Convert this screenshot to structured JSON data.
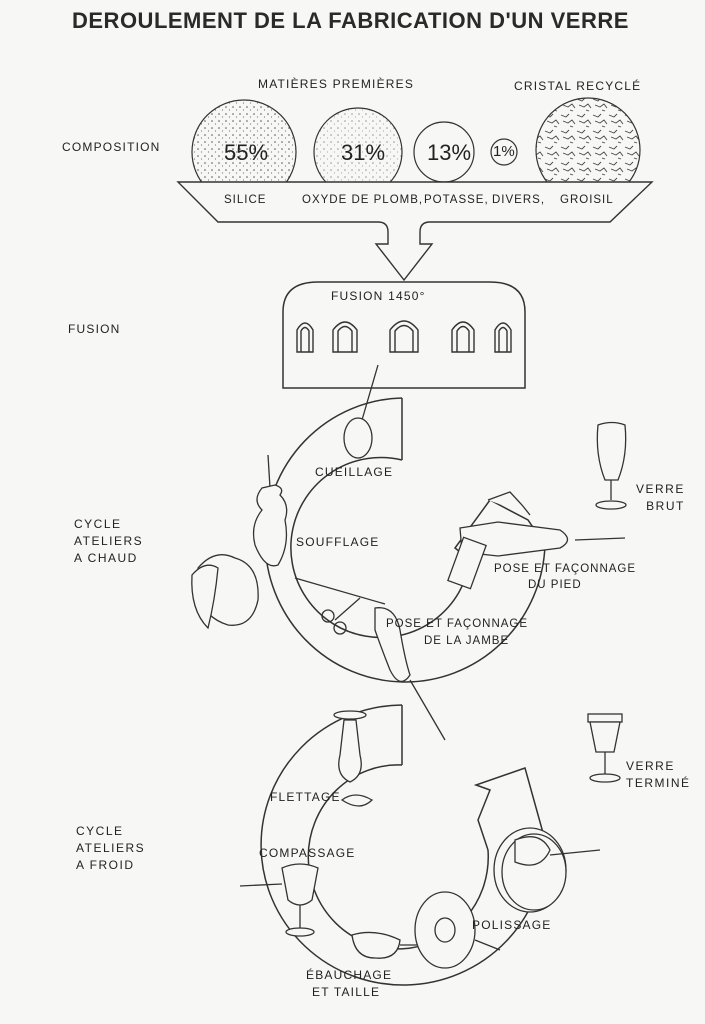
{
  "title": "DEROULEMENT DE LA FABRICATION D'UN VERRE",
  "composition": {
    "header_raw": "MATIÈRES PREMIÈRES",
    "header_recycled": "CRISTAL RECYCLÉ",
    "section_label": "COMPOSITION",
    "percentages": [
      "55%",
      "31%",
      "13%",
      "1%"
    ],
    "ingredients": [
      "SILICE",
      "OXYDE DE PLOMB,",
      "POTASSE,",
      "DIVERS,",
      "GROISIL"
    ]
  },
  "fusion": {
    "section_label": "FUSION",
    "furnace_label": "FUSION 1450°"
  },
  "hot_cycle": {
    "section_label": [
      "CYCLE",
      "ATELIERS",
      "A CHAUD"
    ],
    "steps": [
      "CUEILLAGE",
      "SOUFFLAGE",
      "POSE ET FAÇONNAGE",
      "DU PIED",
      "POSE ET FAÇONNAGE",
      "DE LA JAMBE"
    ],
    "result": [
      "VERRE",
      "BRUT"
    ]
  },
  "cold_cycle": {
    "section_label": [
      "CYCLE",
      "ATELIERS",
      "A FROID"
    ],
    "steps": [
      "FLETTAGE",
      "COMPASSAGE",
      "ÉBAUCHAGE",
      "ET TAILLE",
      "POLISSAGE"
    ],
    "result": [
      "VERRE",
      "TERMINÉ"
    ]
  }
}
